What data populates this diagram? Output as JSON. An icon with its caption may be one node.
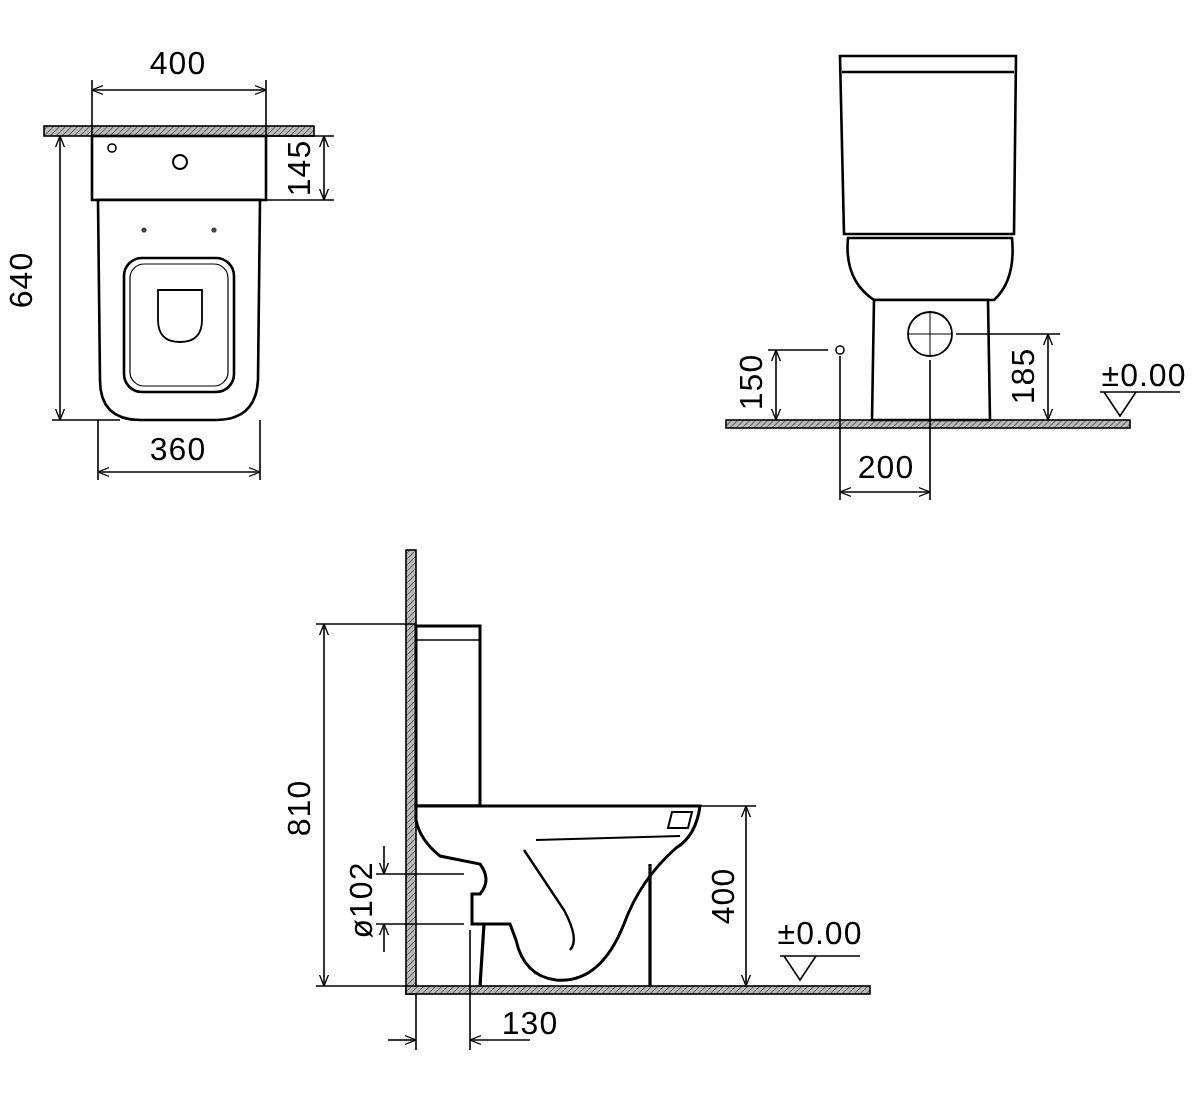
{
  "diagram": {
    "labels": [
      "400",
      "145",
      "640",
      "360",
      "150",
      "185",
      "±0.00",
      "200",
      "810",
      "ø102",
      "400",
      "±0.00",
      "130"
    ]
  }
}
